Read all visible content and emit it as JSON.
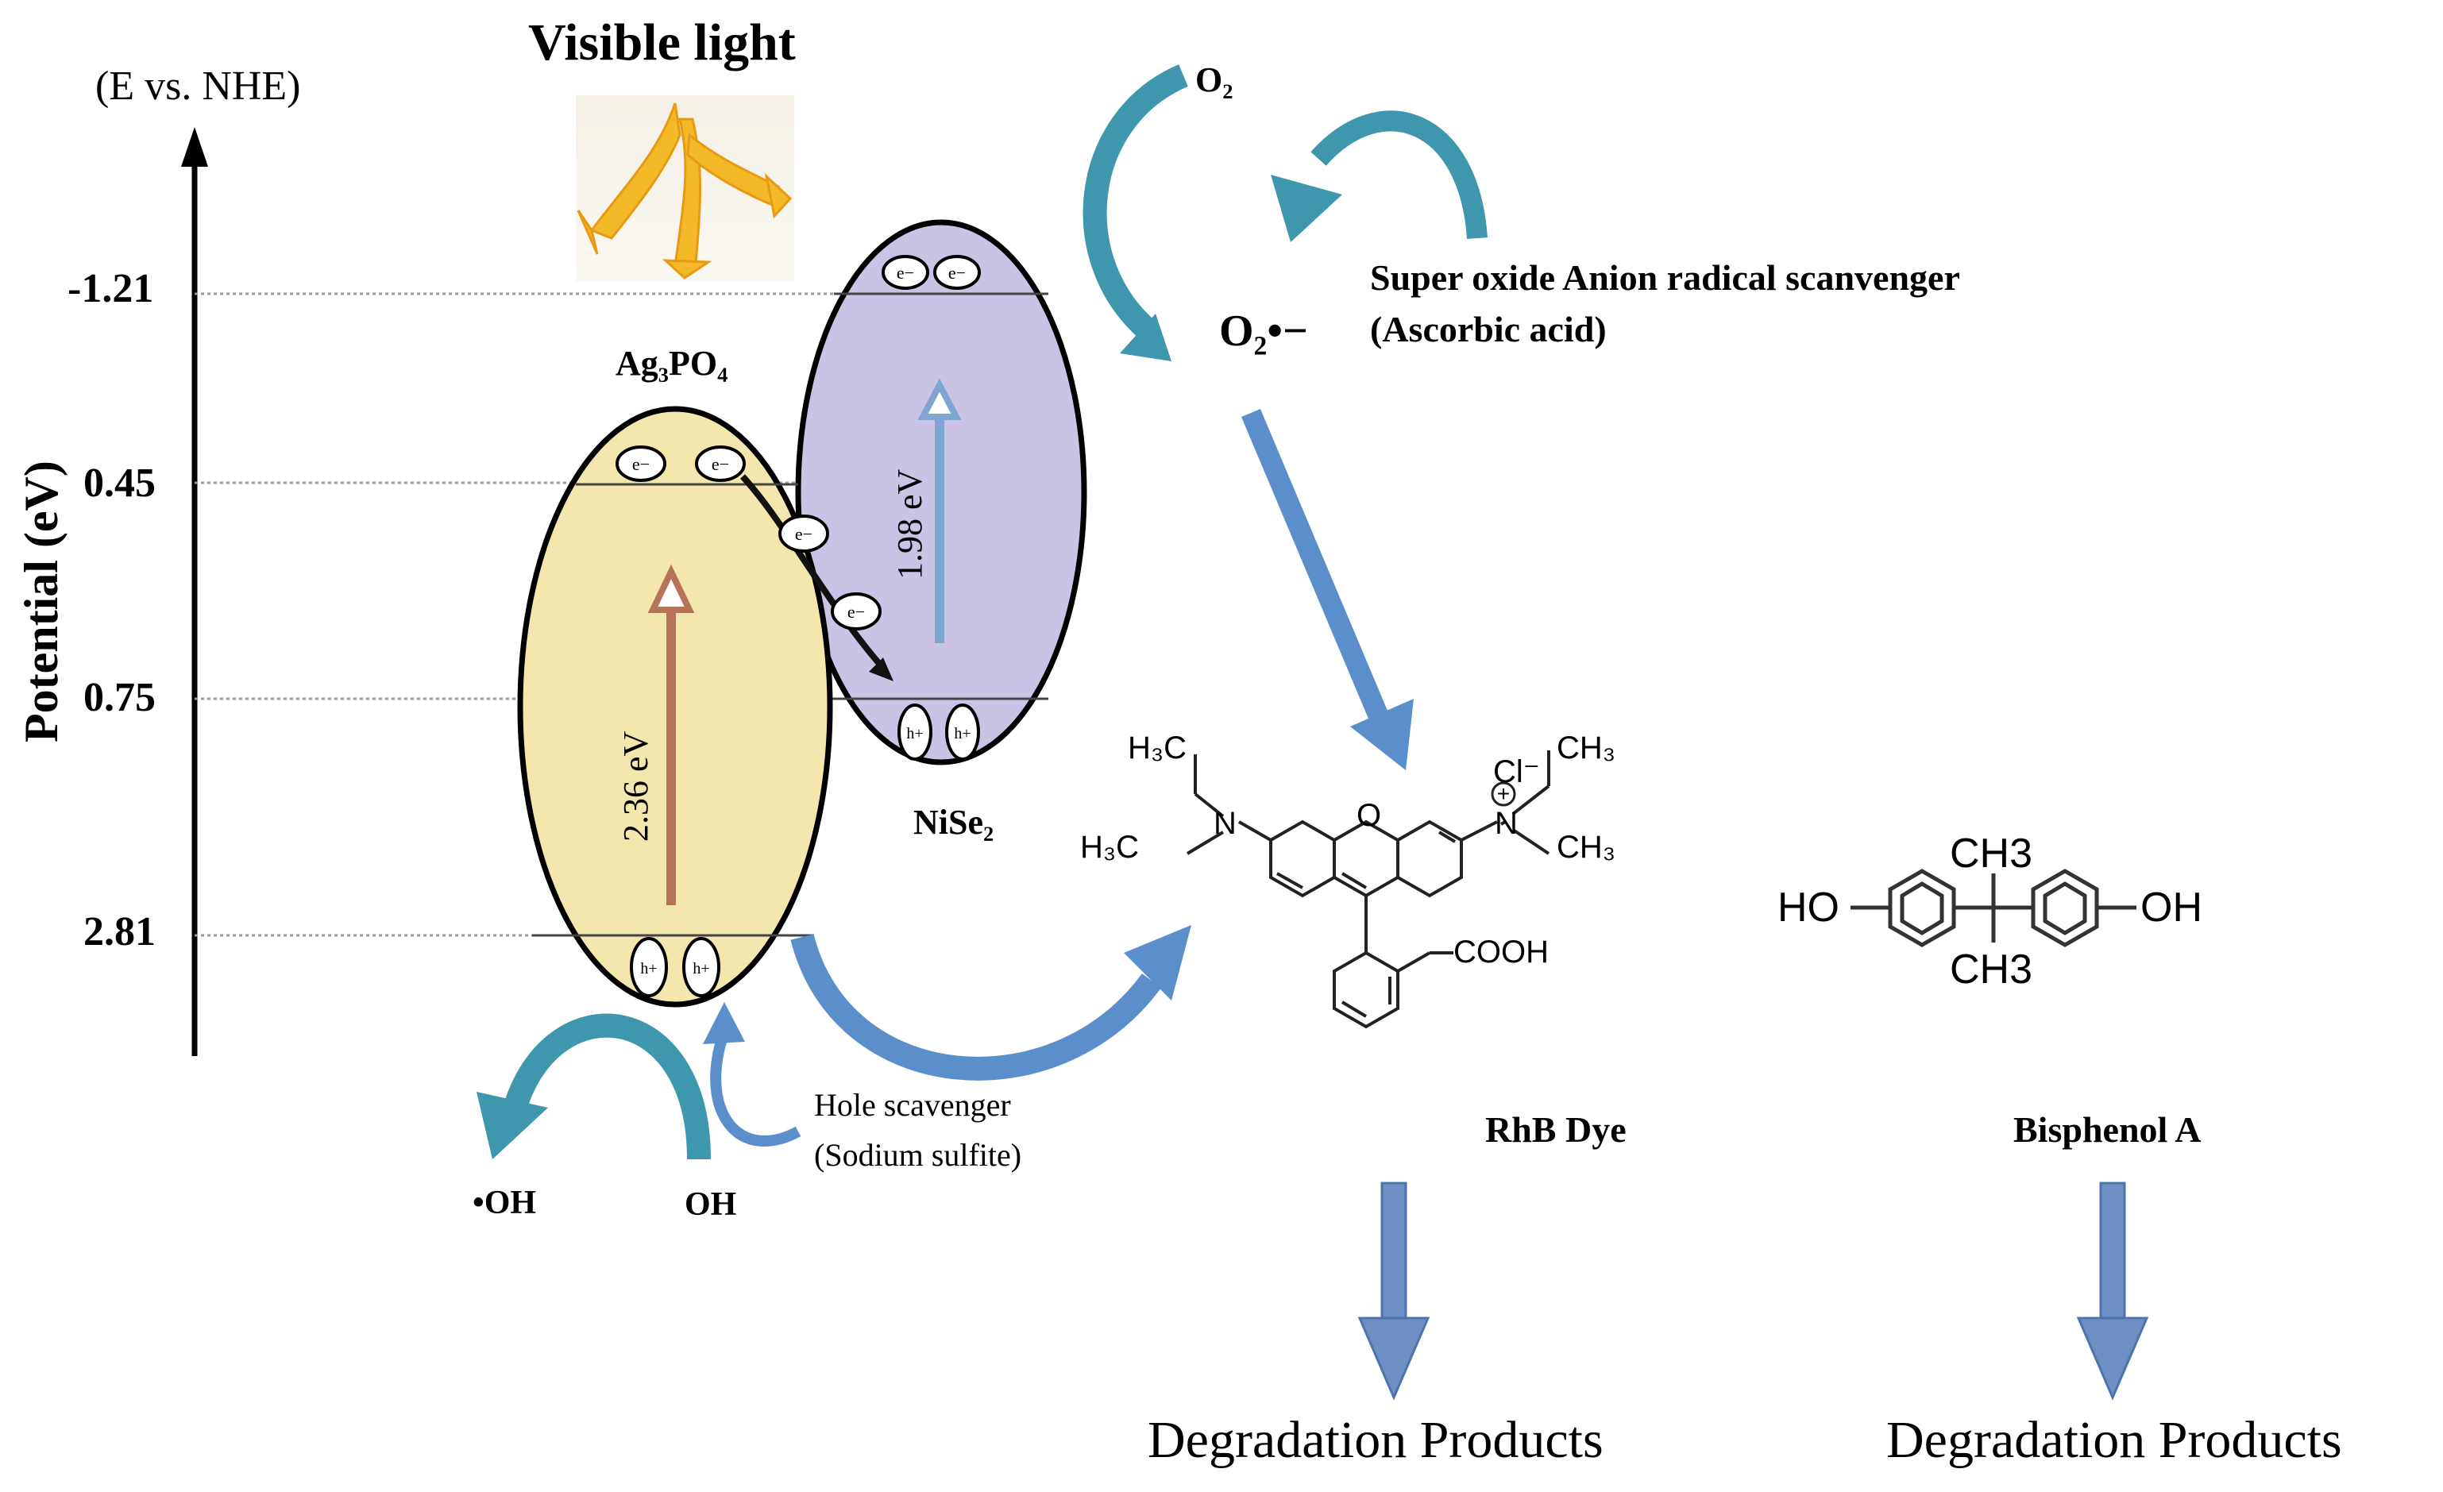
{
  "axis": {
    "units": "(E vs. NHE)",
    "title": "Potential (eV)",
    "ticks": [
      "-1.21",
      "0.45",
      "0.75",
      "2.81"
    ]
  },
  "light": {
    "label": "Visible light"
  },
  "semiconductors": {
    "ag3po4": {
      "name": "Ag₃PO₄",
      "bandgap": "2.36 eV",
      "electron_label": "e−",
      "hole_label": "h+",
      "color": "#f3e7ad"
    },
    "nise2": {
      "name": "NiSe₂",
      "bandgap": "1.98 eV",
      "electron_label": "e−",
      "hole_label": "h+",
      "color": "#cbc3e6"
    },
    "transfer_electron_label": "e−"
  },
  "oxygen": {
    "o2": "O₂",
    "superoxide": "O₂•−",
    "scavenger_line1": "Super oxide Anion radical scanvenger",
    "scavenger_line2": "(Ascorbic acid)"
  },
  "hydroxyl": {
    "radical": "•OH",
    "ion": "OH",
    "scavenger_line1": "Hole scavenger",
    "scavenger_line2": "(Sodium sulfite)"
  },
  "rhb": {
    "label": "RhB Dye",
    "chloride": "Cl⁻",
    "ch3_a": "H₃C",
    "ch3_b": "H₃C",
    "ch3_c": "CH₃",
    "ch3_d": "CH₃",
    "n_left": "N",
    "n_right": "N",
    "charge": "+",
    "oxygen": "O",
    "cooh": "COOH"
  },
  "bpa": {
    "label": "Bisphenol A",
    "ho": "HO",
    "oh": "OH",
    "ch3_top": "CH3",
    "ch3_bottom": "CH3"
  },
  "products": {
    "left": "Degradation Products",
    "right": "Degradation Products"
  },
  "colors": {
    "teal_arrow": "#3f97ad",
    "blue_arrow": "#5a8fcb",
    "ag_arrow": "#b7735a",
    "nise_arrow": "#7ea6d0",
    "light_arrow": "#f4b928"
  }
}
